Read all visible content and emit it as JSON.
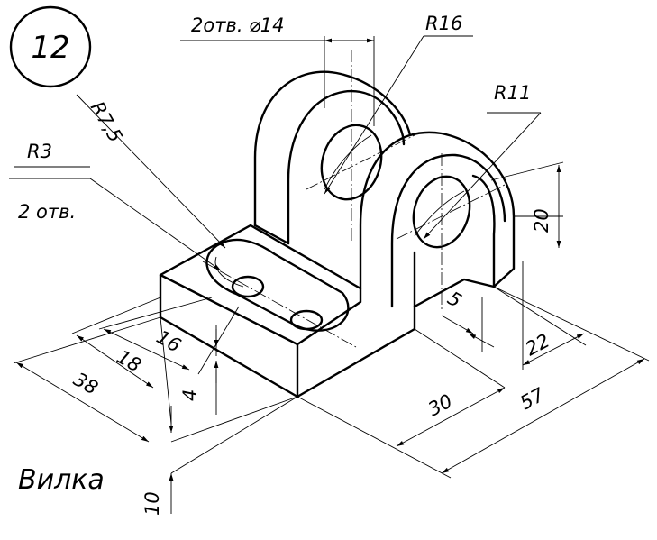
{
  "sheet_number": "12",
  "part_name": "Вилка",
  "labels": {
    "hole_diameter": "2отв. ⌀14",
    "r16": "R16",
    "r11": "R11",
    "r75": "R7,5",
    "r3": "R3",
    "two_holes": "2 отв."
  },
  "dimensions": {
    "d16": "16",
    "d18": "18",
    "d38": "38",
    "d4": "4",
    "d10": "10",
    "d20": "20",
    "d5": "5",
    "d22": "22",
    "d30": "30",
    "d57": "57"
  }
}
